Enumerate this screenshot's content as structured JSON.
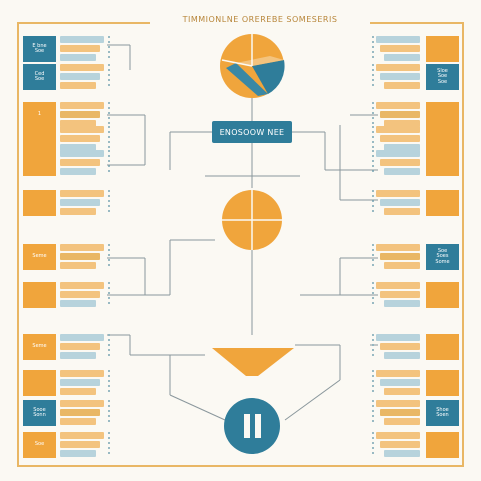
{
  "title": "TIMMIONLNE OREREBE SOMESERIS",
  "center_label": "ENOSOOW NEE",
  "left_cards": [
    {
      "label": "E bne\nSoe",
      "style": "teal"
    },
    {
      "label": "Ced\nSoe",
      "style": "teal"
    },
    {
      "label": "1",
      "style": "orange"
    },
    {
      "label": "",
      "style": "orange"
    },
    {
      "label": "",
      "style": "orange"
    },
    {
      "label": "",
      "style": "orange"
    },
    {
      "label": "Seme",
      "style": "orange"
    },
    {
      "label": "",
      "style": "orange"
    },
    {
      "label": "Seme",
      "style": "orange"
    },
    {
      "label": "",
      "style": "orange"
    },
    {
      "label": "Sooe\nSonn",
      "style": "teal"
    },
    {
      "label": "Soe",
      "style": "orange"
    }
  ],
  "right_cards": [
    {
      "label": "",
      "style": "orange"
    },
    {
      "label": "Sloe\nSoe\nSoe",
      "style": "teal"
    },
    {
      "label": "",
      "style": "orange"
    },
    {
      "label": "",
      "style": "orange"
    },
    {
      "label": "",
      "style": "orange"
    },
    {
      "label": "",
      "style": "orange"
    },
    {
      "label": "Soe\nSoes\nSome",
      "style": "teal"
    },
    {
      "label": "",
      "style": "orange"
    },
    {
      "label": "",
      "style": "orange"
    },
    {
      "label": "",
      "style": "orange"
    },
    {
      "label": "Shoe\nSoen",
      "style": "teal"
    },
    {
      "label": "",
      "style": "orange"
    }
  ],
  "colors": {
    "orange": "#f0a53c",
    "teal": "#2f7d9a",
    "frame": "#e9b765",
    "line": "#7f8f95"
  }
}
